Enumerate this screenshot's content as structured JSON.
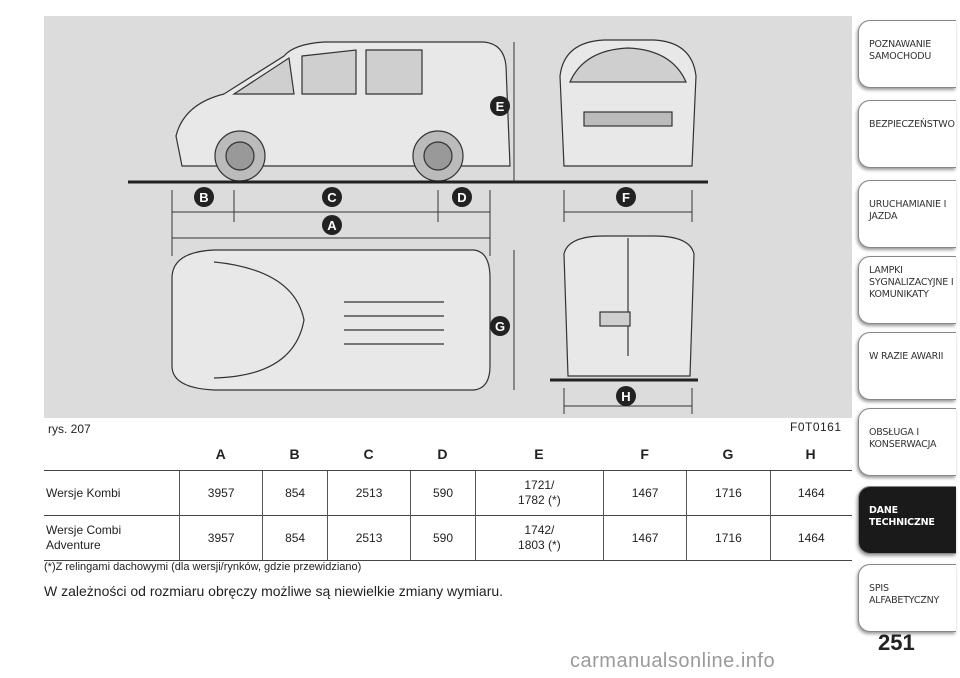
{
  "figure": {
    "label": "rys. 207",
    "code": "F0T0161",
    "markers": [
      "B",
      "C",
      "D",
      "F",
      "A",
      "E",
      "G",
      "H"
    ]
  },
  "table": {
    "headers": [
      "A",
      "B",
      "C",
      "D",
      "E",
      "F",
      "G",
      "H"
    ],
    "rows": [
      {
        "label": "Wersje Kombi",
        "values": [
          "3957",
          "854",
          "2513",
          "590",
          "1721/\n1782 (*)",
          "1467",
          "1716",
          "1464"
        ]
      },
      {
        "label": "Wersje Combi\nAdventure",
        "values": [
          "3957",
          "854",
          "2513",
          "590",
          "1742/\n1803 (*)",
          "1467",
          "1716",
          "1464"
        ]
      }
    ]
  },
  "footnote": "(*)Z relingami dachowymi (dla wersji/rynków, gdzie przewidziano)",
  "note": "W zależności od rozmiaru obręczy możliwe są niewielkie zmiany wymiaru.",
  "sidebar": {
    "items": [
      {
        "label": "POZNAWANIE SAMOCHODU",
        "active": false
      },
      {
        "label": "BEZPIECZEŃSTWO",
        "active": false
      },
      {
        "label": "URUCHAMIANIE I JAZDA",
        "active": false
      },
      {
        "label": "LAMPKI SYGNALIZACYJNE I KOMUNIKATY",
        "active": false
      },
      {
        "label": "W RAZIE AWARII",
        "active": false
      },
      {
        "label": "OBSŁUGA I KONSERWACJA",
        "active": false
      },
      {
        "label": "DANE TECHNICZNE",
        "active": true
      },
      {
        "label": "SPIS ALFABETYCZNY",
        "active": false
      }
    ]
  },
  "page_number": "251",
  "watermark": "carmanualsonline.info",
  "colors": {
    "accent": "#1a1a1a",
    "drawing_bg": "#dcdcdc",
    "marker": "#222222"
  }
}
